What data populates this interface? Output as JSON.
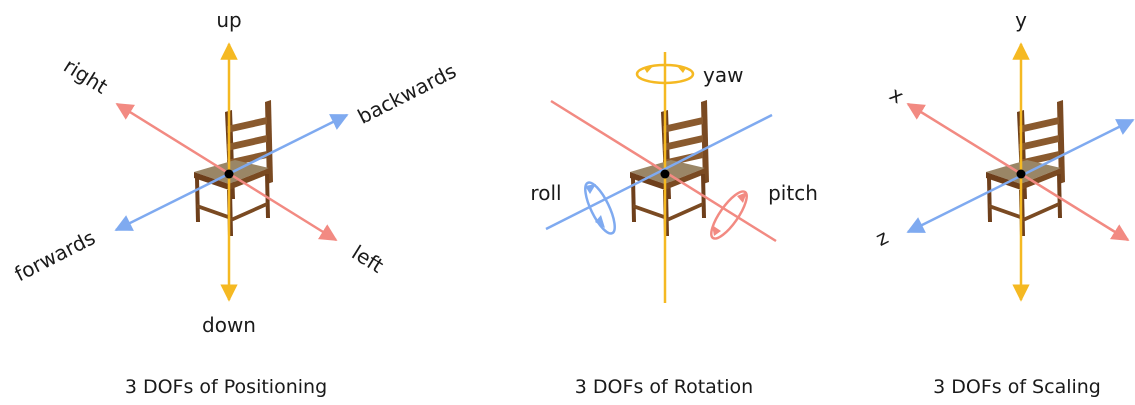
{
  "colors": {
    "vertical": "#F5B922",
    "red_axis": "#F28A82",
    "blue_axis": "#7FAAF0",
    "chair_wood": "#7A4A22",
    "chair_seat": "#8B7A5C"
  },
  "panels": [
    {
      "caption": "3 DOFs of Positioning",
      "labels": {
        "up": "up",
        "down": "down",
        "right": "right",
        "left": "left",
        "backwards": "backwards",
        "forwards": "forwards"
      }
    },
    {
      "caption": "3 DOFs of Rotation",
      "labels": {
        "yaw": "yaw",
        "roll": "roll",
        "pitch": "pitch"
      }
    },
    {
      "caption": "3 DOFs of Scaling",
      "labels": {
        "y": "y",
        "x": "x",
        "z": "z"
      }
    }
  ]
}
